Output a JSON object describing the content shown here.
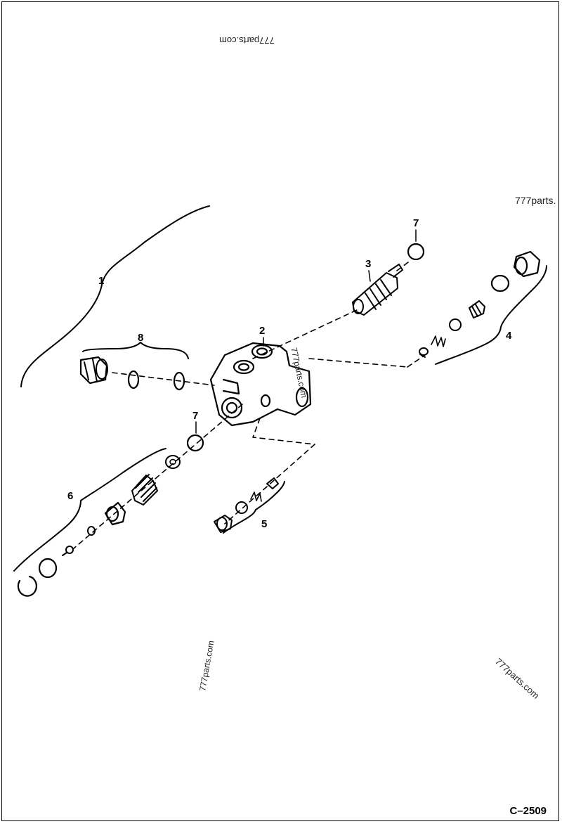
{
  "watermarks": [
    "777parts.com",
    "777parts.",
    "777parts.com",
    "777parts.com",
    "777parts.com"
  ],
  "callouts": [
    "1",
    "2",
    "3",
    "4",
    "5",
    "6",
    "7",
    "7",
    "8"
  ],
  "figure_id": "C–2509"
}
